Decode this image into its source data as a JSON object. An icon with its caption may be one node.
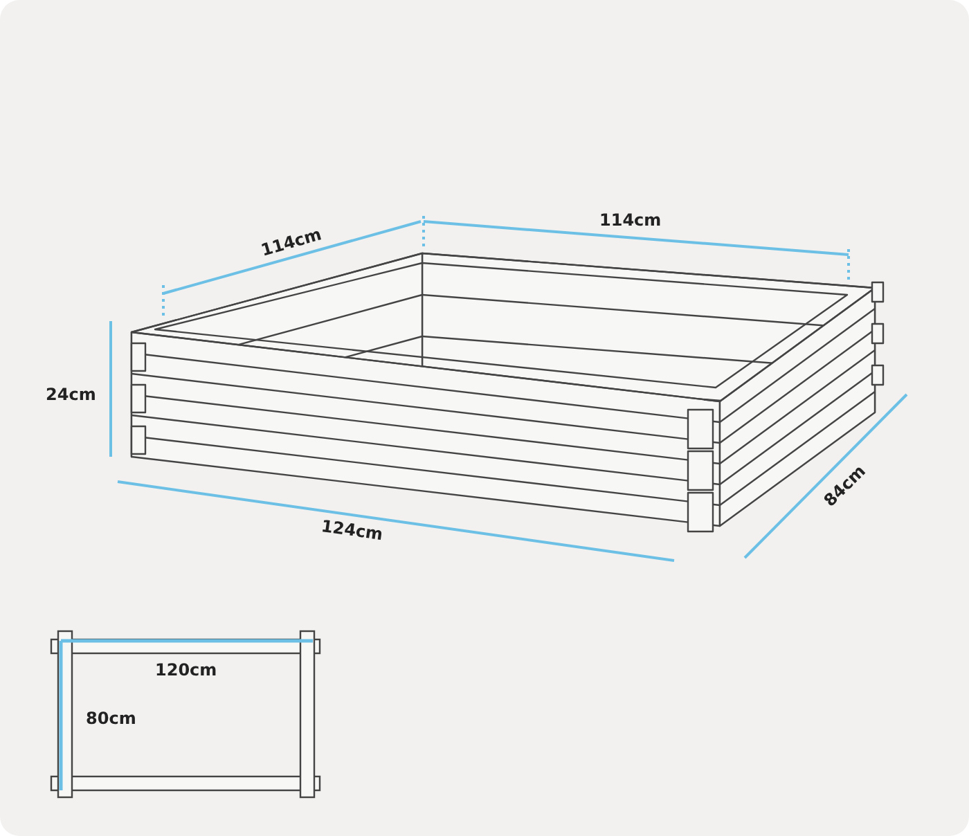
{
  "diagram": {
    "labels": [
      "114cm",
      "114cm",
      "24cm",
      "124cm",
      "84cm",
      "120cm",
      "80cm"
    ]
  }
}
